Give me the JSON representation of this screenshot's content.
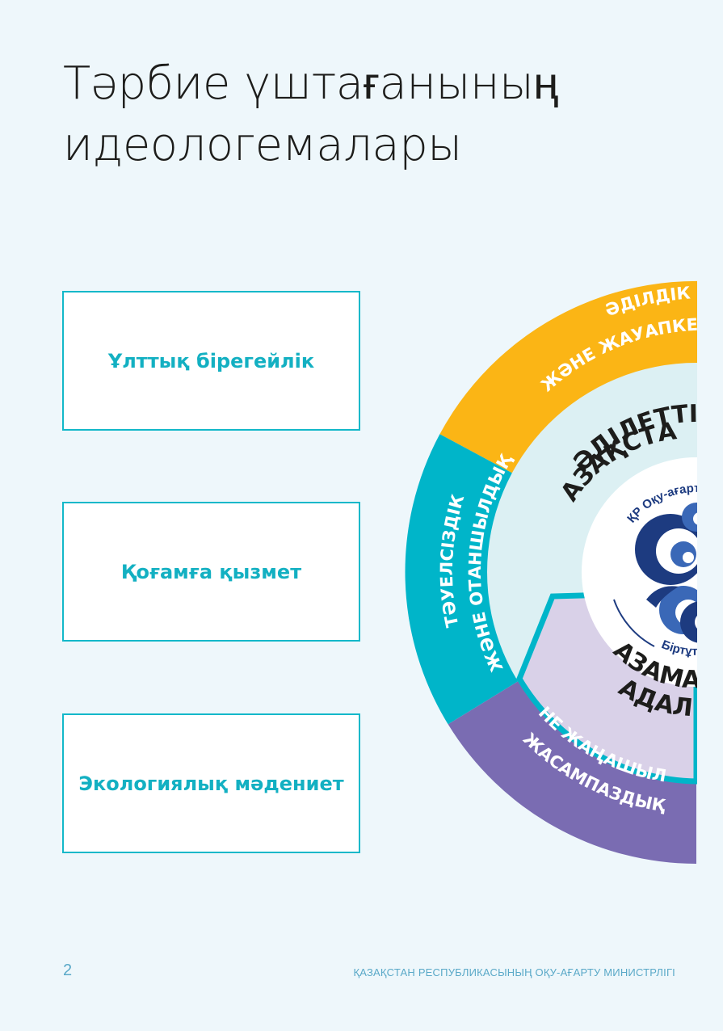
{
  "title": {
    "line1": "Тәрбие үштағанының",
    "line2": "идеологемалары"
  },
  "boxes": [
    {
      "label": "Ұлттық бірегейлік"
    },
    {
      "label": "Қоғамға қызмет"
    },
    {
      "label": "Экологиялық мәдениет"
    }
  ],
  "wheel": {
    "outer_yellow": {
      "line1": "ӘДІЛДІК",
      "line2": "ЖӘНЕ ЖАУАПКЕРШІЛІК"
    },
    "outer_teal": {
      "line1": "ТӘУЕЛСІЗДІК",
      "line2": "ЖӘНЕ ОТАНШЫЛДЫҚ"
    },
    "outer_purple": {
      "line1": "ЖАСАМПАЗДЫҚ",
      "line2": "ЖӘНЕ ЖАҢАШЫЛДЫҚ"
    },
    "inner_top": {
      "line1": "ӘДІЛЕТТІ",
      "line2": "ҚАЗАҚСТАН"
    },
    "inner_bottom": {
      "line1": "АДАЛ",
      "line2": "АЗАМАТ"
    },
    "center_top_text": "ҚР Оқу-ағарту",
    "center_bottom_text": "Біртұтас",
    "colors": {
      "yellow": "#fbb515",
      "teal": "#00b5c9",
      "purple": "#7a6cb2",
      "light_blue": "#dcf0f3",
      "light_purple": "#d9d1e8",
      "navy": "#1d3b80",
      "blue": "#3a68b7"
    }
  },
  "footer": {
    "page_number": "2",
    "ministry": "ҚАЗАҚСТАН РЕСПУБЛИКАСЫНЫҢ ОҚУ-АҒАРТУ МИНИСТРЛІГІ"
  }
}
